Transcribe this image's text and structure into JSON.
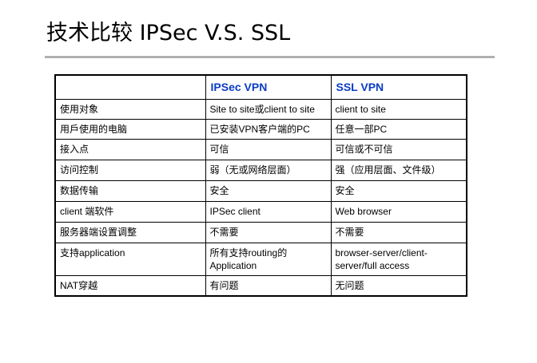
{
  "slide": {
    "title": "技术比较 IPSec V.S. SSL"
  },
  "table": {
    "headers": [
      "",
      "IPSec VPN",
      "SSL VPN"
    ],
    "rows": [
      [
        "使用对象",
        "Site to site或client to site",
        "client to site"
      ],
      [
        "用戶使用的电脑",
        "已安装VPN客户端的PC",
        "任意一部PC"
      ],
      [
        "接入点",
        "可信",
        "可信或不可信"
      ],
      [
        "访问控制",
        "弱（无或网络层面）",
        "强（应用层面、文件级）"
      ],
      [
        "数据传输",
        "安全",
        "安全"
      ],
      [
        "client 端软件",
        "IPSec client",
        "Web browser"
      ],
      [
        "服务器端设置调整",
        "不需要",
        "不需要"
      ],
      [
        "支持application",
        "所有支持routing的Application",
        "browser-server/client-server/full access"
      ],
      [
        "NAT穿越",
        "有问题",
        "无问题"
      ]
    ]
  }
}
